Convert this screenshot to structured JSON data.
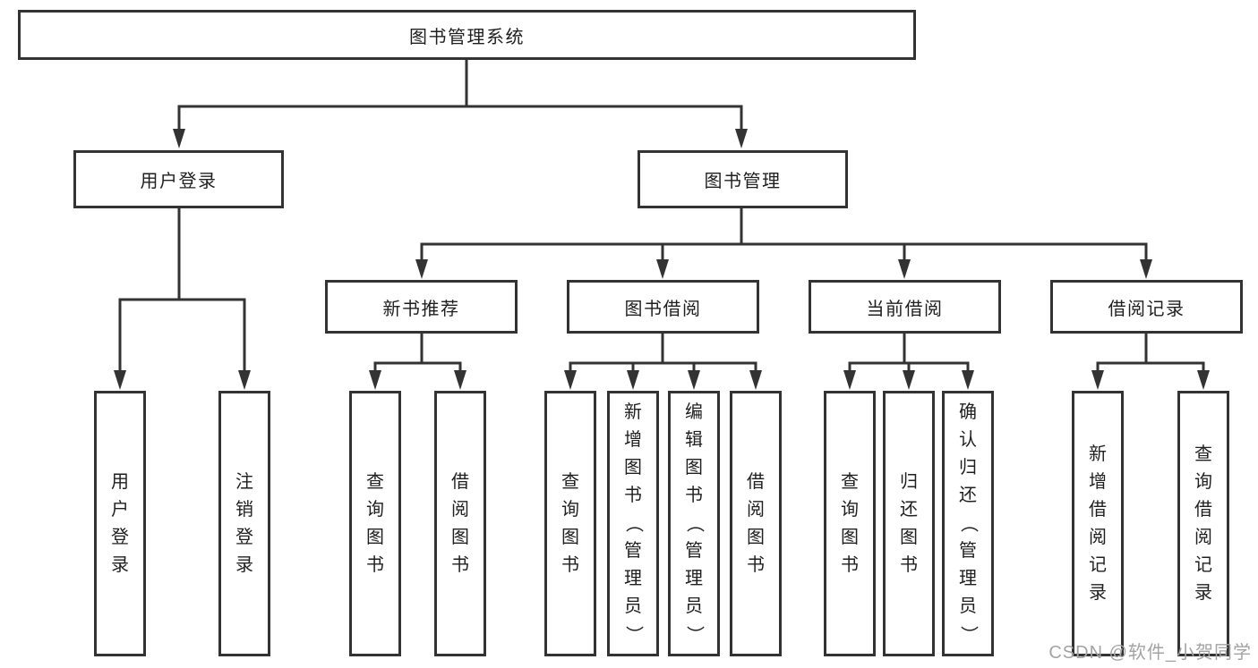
{
  "tree": {
    "root": {
      "label": "图书管理系统"
    },
    "level2": [
      {
        "label": "用户登录"
      },
      {
        "label": "图书管理"
      }
    ],
    "level3": [
      {
        "label": "新书推荐",
        "parent": "图书管理"
      },
      {
        "label": "图书借阅",
        "parent": "图书管理"
      },
      {
        "label": "当前借阅",
        "parent": "图书管理"
      },
      {
        "label": "借阅记录",
        "parent": "图书管理"
      }
    ],
    "leaves": [
      {
        "label": "用户登录",
        "parent": "用户登录"
      },
      {
        "label": "注销登录",
        "parent": "用户登录"
      },
      {
        "label": "查询图书",
        "parent": "新书推荐"
      },
      {
        "label": "借阅图书",
        "parent": "新书推荐"
      },
      {
        "label": "查询图书",
        "parent": "图书借阅"
      },
      {
        "label": "新增图书（管理员）",
        "parent": "图书借阅"
      },
      {
        "label": "编辑图书（管理员）",
        "parent": "图书借阅"
      },
      {
        "label": "借阅图书",
        "parent": "图书借阅"
      },
      {
        "label": "查询图书",
        "parent": "当前借阅"
      },
      {
        "label": "归还图书",
        "parent": "当前借阅"
      },
      {
        "label": "确认归还（管理员）",
        "parent": "当前借阅"
      },
      {
        "label": "新增借阅记录",
        "parent": "借阅记录"
      },
      {
        "label": "查询借阅记录",
        "parent": "借阅记录"
      }
    ]
  },
  "watermark": "CSDN @软件_小贺同学",
  "colors": {
    "line": "#333333",
    "text": "#1f1f1f",
    "watermark": "#a3a3a3",
    "background": "#ffffff"
  }
}
